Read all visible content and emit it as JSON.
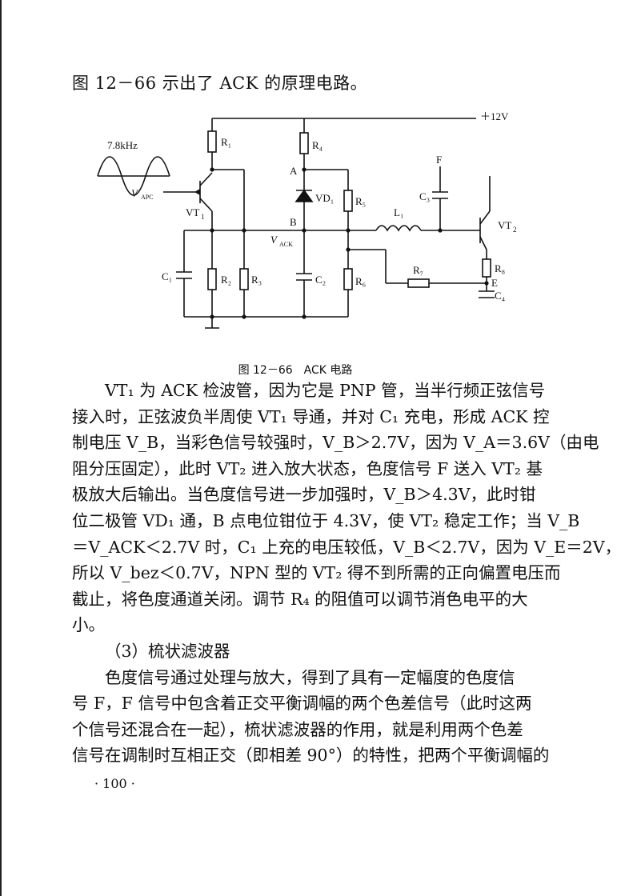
{
  "intro": "图 12－66 示出了 ACK 的原理电路。",
  "figure": {
    "caption": "图 12－66　ACK 电路",
    "labels": {
      "supply": "＋12V",
      "freq": "7.8kHz",
      "vapc": "V",
      "vapc_sub": "APC",
      "vt1": "VT",
      "vt1_sub": "1",
      "vt2": "VT",
      "vt2_sub": "2",
      "r1": "R₁",
      "r2": "R₂",
      "r3": "R₃",
      "r4": "R₄",
      "r5": "R₅",
      "r6": "R₆",
      "r7": "R₇",
      "r8": "R₈",
      "c1": "C₁",
      "c2": "C₂",
      "c3": "C₃",
      "c4": "C₄",
      "vd1": "VD₁",
      "l1": "L₁",
      "a": "A",
      "b": "B",
      "e": "E",
      "f": "F",
      "vack": "V",
      "vack_sub": "ACK"
    }
  },
  "body_lines": [
    "VT₁ 为 ACK 检波管，因为它是 PNP 管，当半行频正弦信号",
    "接入时，正弦波负半周使 VT₁ 导通，并对 C₁ 充电，形成 ACK 控",
    "制电压 V_B，当彩色信号较强时，V_B＞2.7V，因为 V_A＝3.6V（由电",
    "阻分压固定），此时 VT₂ 进入放大状态，色度信号 F 送入 VT₂ 基",
    "极放大后输出。当色度信号进一步加强时，V_B＞4.3V，此时钳",
    "位二极管 VD₁ 通，B 点电位钳位于 4.3V，使 VT₂ 稳定工作；当 V_B",
    "＝V_ACK＜2.7V 时，C₁ 上充的电压较低，V_B＜2.7V，因为 V_E＝2V，",
    "所以 V_bez＜0.7V，NPN 型的 VT₂ 得不到所需的正向偏置电压而",
    "截止，将色度通道关闭。调节 R₄ 的阻值可以调节消色电平的大",
    "小。",
    "（3）梳状滤波器",
    "色度信号通过处理与放大，得到了具有一定幅度的色度信",
    "号 F，F 信号中包含着正交平衡调幅的两个色差信号（此时这两",
    "个信号还混合在一起），梳状滤波器的作用，就是利用两个色差",
    "信号在调制时互相正交（即相差 90°）的特性，把两个平衡调幅的"
  ],
  "page_number": "· 100 ·"
}
